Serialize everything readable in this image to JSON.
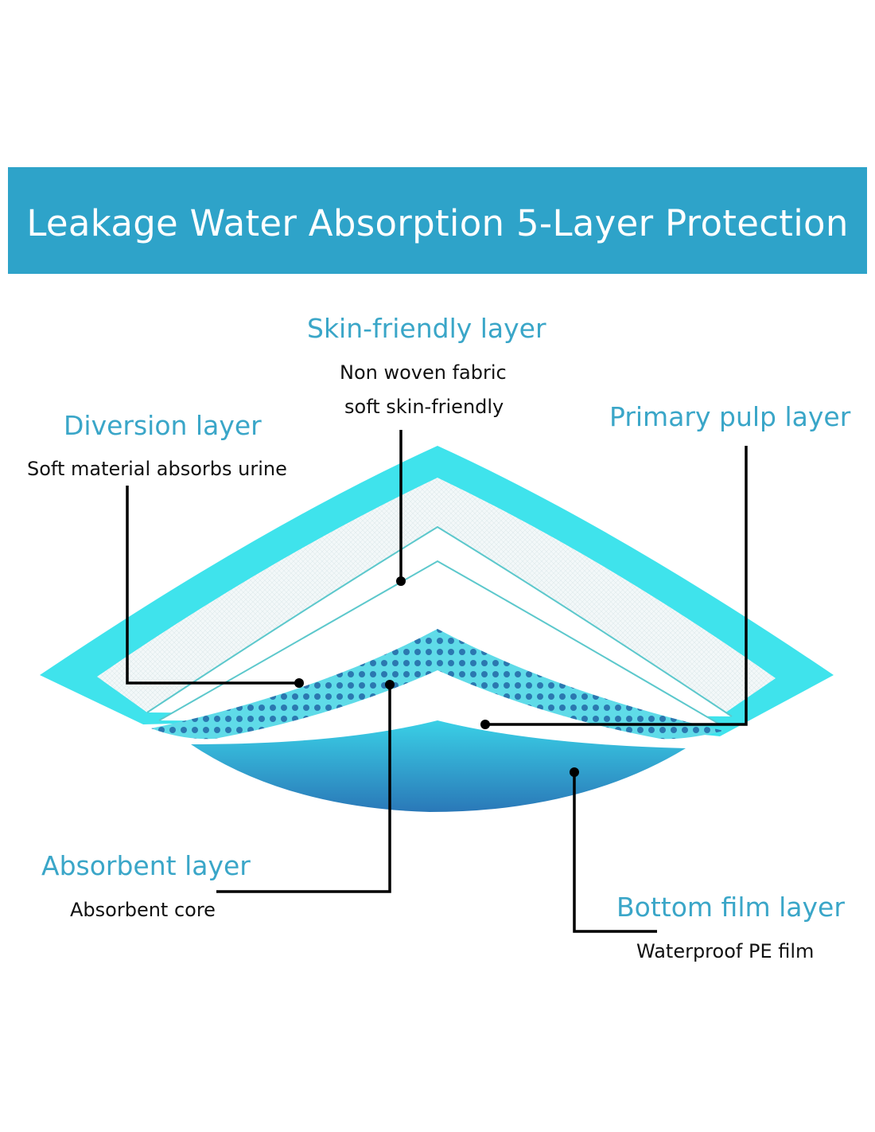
{
  "title": "Leakage Water Absorption 5-Layer Protection",
  "layers": [
    {
      "name": "Skin-friendly layer",
      "desc": [
        "Non woven fabric",
        "soft skin-friendly"
      ]
    },
    {
      "name": "Diversion layer",
      "desc": [
        "Soft material absorbs urine"
      ]
    },
    {
      "name": "Primary pulp layer",
      "desc": []
    },
    {
      "name": "Absorbent layer",
      "desc": [
        "Absorbent core"
      ]
    },
    {
      "name": "Bottom film layer",
      "desc": [
        "Waterproof PE film"
      ]
    }
  ],
  "colors": {
    "banner": "#2ea3c9",
    "heading": "#3aa6c8",
    "cyan": "#3fe3ec",
    "deep_blue": "#2a78b8"
  }
}
